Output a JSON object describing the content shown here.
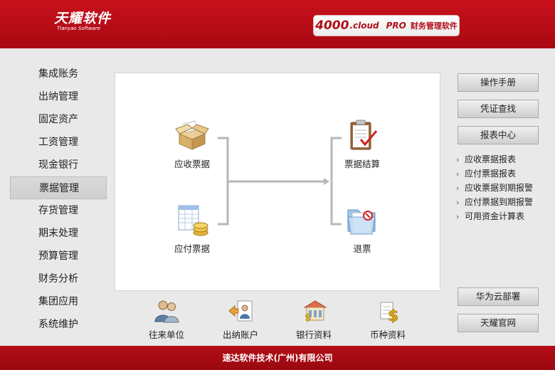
{
  "header": {
    "logo_cn": "天耀软件",
    "logo_en": "Tianyao Software",
    "badge_num": "4000",
    "badge_cloud": ".cloud",
    "badge_pro": "PRO",
    "badge_cn": "财务管理软件"
  },
  "sidebar": {
    "items": [
      {
        "label": "集成账务"
      },
      {
        "label": "出纳管理"
      },
      {
        "label": "固定资产"
      },
      {
        "label": "工资管理"
      },
      {
        "label": "现金银行"
      },
      {
        "label": "票据管理"
      },
      {
        "label": "存货管理"
      },
      {
        "label": "期末处理"
      },
      {
        "label": "预算管理"
      },
      {
        "label": "财务分析"
      },
      {
        "label": "集团应用"
      },
      {
        "label": "系统维护"
      }
    ],
    "active": "票据管理"
  },
  "flow": {
    "receivable": "应收票据",
    "payable": "应付票据",
    "settle": "票据结算",
    "refund": "退票"
  },
  "shortcuts": {
    "partners": "往来单位",
    "cashier_accounts": "出纳账户",
    "bank_info": "银行资料",
    "currency_info": "币种资料"
  },
  "right": {
    "manual": "操作手册",
    "voucher_search": "凭证查找",
    "report_center": "报表中心",
    "reports": [
      "应收票据报表",
      "应付票据报表",
      "应收票据到期报警",
      "应付票据到期报警",
      "可用资金计算表"
    ],
    "huawei": "华为云部署",
    "official": "天耀官网"
  },
  "footer": {
    "company": "速达软件技术(广州)有限公司"
  }
}
